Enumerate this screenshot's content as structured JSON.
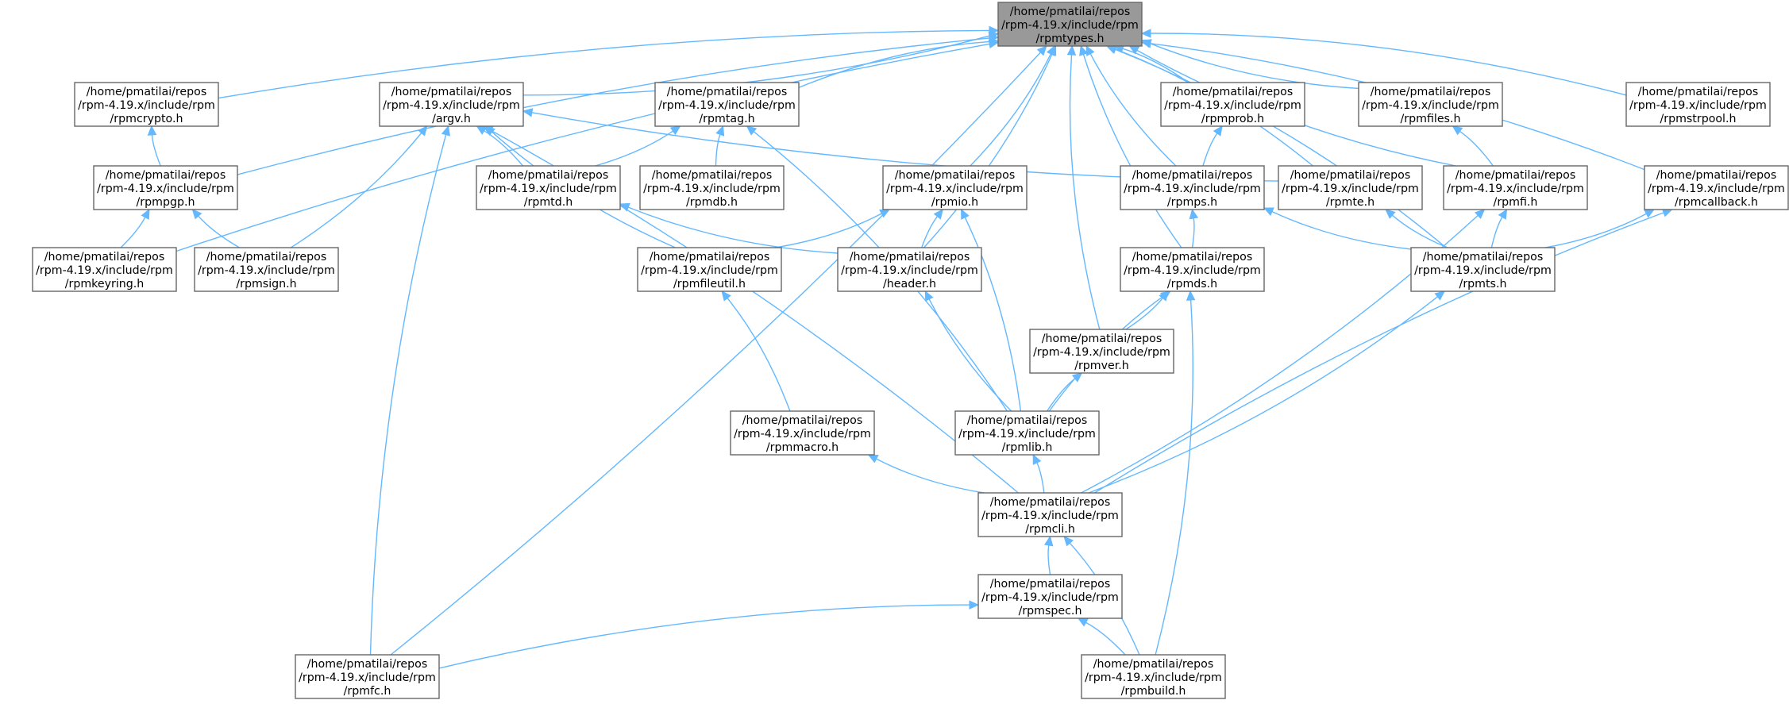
{
  "graph": {
    "colors": {
      "edge": "#63b8ff",
      "node_border": "#666666",
      "root_fill": "#999999",
      "node_fill": "#ffffff"
    },
    "nodes": [
      {
        "id": "rpmtypes",
        "lines": [
          "/home/pmatilai/repos",
          "/rpm-4.19.x/include/rpm",
          "/rpmtypes.h"
        ],
        "root": true
      },
      {
        "id": "rpmcrypto",
        "lines": [
          "/home/pmatilai/repos",
          "/rpm-4.19.x/include/rpm",
          "/rpmcrypto.h"
        ]
      },
      {
        "id": "argv",
        "lines": [
          "/home/pmatilai/repos",
          "/rpm-4.19.x/include/rpm",
          "/argv.h"
        ]
      },
      {
        "id": "rpmtag",
        "lines": [
          "/home/pmatilai/repos",
          "/rpm-4.19.x/include/rpm",
          "/rpmtag.h"
        ]
      },
      {
        "id": "rpmprob",
        "lines": [
          "/home/pmatilai/repos",
          "/rpm-4.19.x/include/rpm",
          "/rpmprob.h"
        ]
      },
      {
        "id": "rpmfiles",
        "lines": [
          "/home/pmatilai/repos",
          "/rpm-4.19.x/include/rpm",
          "/rpmfiles.h"
        ]
      },
      {
        "id": "rpmstrpool",
        "lines": [
          "/home/pmatilai/repos",
          "/rpm-4.19.x/include/rpm",
          "/rpmstrpool.h"
        ]
      },
      {
        "id": "rpmpgp",
        "lines": [
          "/home/pmatilai/repos",
          "/rpm-4.19.x/include/rpm",
          "/rpmpgp.h"
        ]
      },
      {
        "id": "rpmtd",
        "lines": [
          "/home/pmatilai/repos",
          "/rpm-4.19.x/include/rpm",
          "/rpmtd.h"
        ]
      },
      {
        "id": "rpmdb",
        "lines": [
          "/home/pmatilai/repos",
          "/rpm-4.19.x/include/rpm",
          "/rpmdb.h"
        ]
      },
      {
        "id": "rpmio",
        "lines": [
          "/home/pmatilai/repos",
          "/rpm-4.19.x/include/rpm",
          "/rpmio.h"
        ]
      },
      {
        "id": "rpmps",
        "lines": [
          "/home/pmatilai/repos",
          "/rpm-4.19.x/include/rpm",
          "/rpmps.h"
        ]
      },
      {
        "id": "rpmte",
        "lines": [
          "/home/pmatilai/repos",
          "/rpm-4.19.x/include/rpm",
          "/rpmte.h"
        ]
      },
      {
        "id": "rpmfi",
        "lines": [
          "/home/pmatilai/repos",
          "/rpm-4.19.x/include/rpm",
          "/rpmfi.h"
        ]
      },
      {
        "id": "rpmcallback",
        "lines": [
          "/home/pmatilai/repos",
          "/rpm-4.19.x/include/rpm",
          "/rpmcallback.h"
        ]
      },
      {
        "id": "rpmkeyring",
        "lines": [
          "/home/pmatilai/repos",
          "/rpm-4.19.x/include/rpm",
          "/rpmkeyring.h"
        ]
      },
      {
        "id": "rpmsign",
        "lines": [
          "/home/pmatilai/repos",
          "/rpm-4.19.x/include/rpm",
          "/rpmsign.h"
        ]
      },
      {
        "id": "rpmfileutil",
        "lines": [
          "/home/pmatilai/repos",
          "/rpm-4.19.x/include/rpm",
          "/rpmfileutil.h"
        ]
      },
      {
        "id": "header",
        "lines": [
          "/home/pmatilai/repos",
          "/rpm-4.19.x/include/rpm",
          "/header.h"
        ]
      },
      {
        "id": "rpmds",
        "lines": [
          "/home/pmatilai/repos",
          "/rpm-4.19.x/include/rpm",
          "/rpmds.h"
        ]
      },
      {
        "id": "rpmts",
        "lines": [
          "/home/pmatilai/repos",
          "/rpm-4.19.x/include/rpm",
          "/rpmts.h"
        ]
      },
      {
        "id": "rpmver",
        "lines": [
          "/home/pmatilai/repos",
          "/rpm-4.19.x/include/rpm",
          "/rpmver.h"
        ]
      },
      {
        "id": "rpmmacro",
        "lines": [
          "/home/pmatilai/repos",
          "/rpm-4.19.x/include/rpm",
          "/rpmmacro.h"
        ]
      },
      {
        "id": "rpmlib",
        "lines": [
          "/home/pmatilai/repos",
          "/rpm-4.19.x/include/rpm",
          "/rpmlib.h"
        ]
      },
      {
        "id": "rpmcli",
        "lines": [
          "/home/pmatilai/repos",
          "/rpm-4.19.x/include/rpm",
          "/rpmcli.h"
        ]
      },
      {
        "id": "rpmspec",
        "lines": [
          "/home/pmatilai/repos",
          "/rpm-4.19.x/include/rpm",
          "/rpmspec.h"
        ]
      },
      {
        "id": "rpmfc",
        "lines": [
          "/home/pmatilai/repos",
          "/rpm-4.19.x/include/rpm",
          "/rpmfc.h"
        ]
      },
      {
        "id": "rpmbuild",
        "lines": [
          "/home/pmatilai/repos",
          "/rpm-4.19.x/include/rpm",
          "/rpmbuild.h"
        ]
      }
    ],
    "edges": [
      [
        "rpmcrypto",
        "rpmtypes"
      ],
      [
        "argv",
        "rpmtypes"
      ],
      [
        "rpmtag",
        "rpmtypes"
      ],
      [
        "rpmprob",
        "rpmtypes"
      ],
      [
        "rpmfiles",
        "rpmtypes"
      ],
      [
        "rpmstrpool",
        "rpmtypes"
      ],
      [
        "rpmpgp",
        "rpmtypes"
      ],
      [
        "rpmio",
        "rpmtypes"
      ],
      [
        "rpmps",
        "rpmtypes"
      ],
      [
        "rpmte",
        "rpmtypes"
      ],
      [
        "rpmfi",
        "rpmtypes"
      ],
      [
        "rpmcallback",
        "rpmtypes"
      ],
      [
        "rpmkeyring",
        "rpmtypes"
      ],
      [
        "header",
        "rpmtypes"
      ],
      [
        "rpmds",
        "rpmtypes"
      ],
      [
        "rpmts",
        "rpmtypes"
      ],
      [
        "rpmver",
        "rpmtypes"
      ],
      [
        "rpmfc",
        "rpmtypes"
      ],
      [
        "rpmpgp",
        "rpmcrypto"
      ],
      [
        "rpmkeyring",
        "rpmpgp"
      ],
      [
        "rpmsign",
        "rpmpgp"
      ],
      [
        "rpmtd",
        "argv"
      ],
      [
        "rpmte",
        "argv"
      ],
      [
        "rpmsign",
        "argv"
      ],
      [
        "rpmfileutil",
        "argv"
      ],
      [
        "rpmcli",
        "argv"
      ],
      [
        "rpmfc",
        "argv"
      ],
      [
        "rpmtd",
        "rpmtag"
      ],
      [
        "rpmdb",
        "rpmtag"
      ],
      [
        "rpmlib",
        "rpmtag"
      ],
      [
        "header",
        "rpmtd"
      ],
      [
        "rpmfileutil",
        "rpmio"
      ],
      [
        "header",
        "rpmio"
      ],
      [
        "rpmlib",
        "rpmio"
      ],
      [
        "rpmps",
        "rpmprob"
      ],
      [
        "rpmds",
        "rpmps"
      ],
      [
        "rpmts",
        "rpmps"
      ],
      [
        "rpmfi",
        "rpmfiles"
      ],
      [
        "rpmts",
        "rpmfi"
      ],
      [
        "rpmcli",
        "rpmfi"
      ],
      [
        "rpmts",
        "rpmte"
      ],
      [
        "rpmts",
        "rpmcallback"
      ],
      [
        "rpmcli",
        "rpmcallback"
      ],
      [
        "rpmmacro",
        "rpmfileutil"
      ],
      [
        "rpmlib",
        "header"
      ],
      [
        "rpmver",
        "rpmds"
      ],
      [
        "rpmlib",
        "rpmds"
      ],
      [
        "rpmbuild",
        "rpmds"
      ],
      [
        "rpmlib",
        "rpmver"
      ],
      [
        "rpmcli",
        "rpmts"
      ],
      [
        "rpmcli",
        "rpmmacro"
      ],
      [
        "rpmcli",
        "rpmlib"
      ],
      [
        "rpmspec",
        "rpmcli"
      ],
      [
        "rpmbuild",
        "rpmcli"
      ],
      [
        "rpmfc",
        "rpmspec"
      ],
      [
        "rpmbuild",
        "rpmspec"
      ]
    ]
  }
}
